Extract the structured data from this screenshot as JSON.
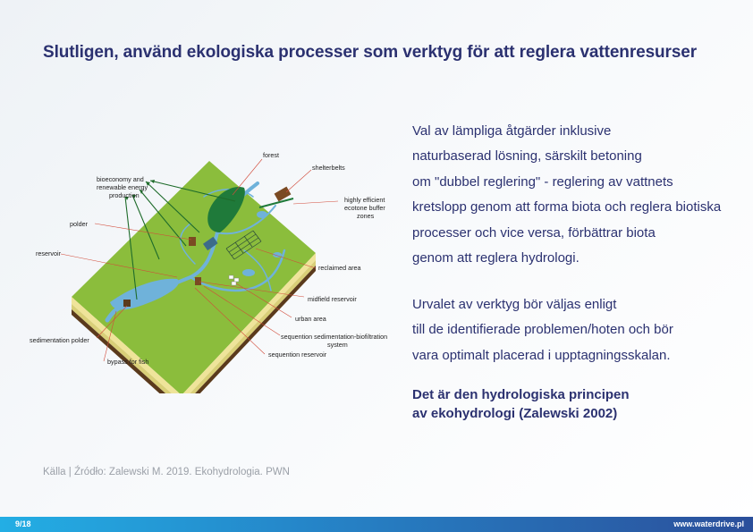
{
  "title": "Slutligen, använd ekologiska processer som verktyg för att reglera vattenresurser",
  "diagram": {
    "labels": {
      "forest": "forest",
      "shelterbelts": "shelterbelts",
      "bioeconomy_1": "bioeconomy and",
      "bioeconomy_2": "renewable energy",
      "bioeconomy_3": "production",
      "ecotone_1": "highly efficient",
      "ecotone_2": "ecotone buffer",
      "ecotone_3": "zones",
      "polder": "polder",
      "reservoir": "reservoir",
      "reclaimed": "reclaimed area",
      "midfield": "midfield reservoir",
      "urban": "urban area",
      "seq_sed_1": "sequention sedimentation-biofiltration",
      "seq_sed_2": "system",
      "seq_res": "sequention reservoir",
      "sed_polder": "sedimentation polder",
      "bypass": "bypass for fish"
    },
    "colors": {
      "land": "#8bbd3c",
      "water": "#6fb2da",
      "forest": "#1f7a3a",
      "soil": "#5a3a1c",
      "sand": "#efe49a",
      "arrow": "#1e6b2a",
      "leader": "#d24b3a"
    }
  },
  "paragraph1": [
    "Val av lämpliga åtgärder inklusive",
    "naturbaserad lösning, särskilt betoning",
    "om \"dubbel reglering\" - reglering av vattnets",
    "kretslopp genom att forma biota och reglera biotiska",
    "processer och vice versa, förbättrar biota",
    "genom att reglera hydrologi."
  ],
  "paragraph2": [
    "Urvalet av verktyg bör väljas enligt",
    "till de identifierade problemen/hoten och bör",
    "vara optimalt placerad i upptagningsskalan."
  ],
  "emphasis": [
    "Det är den hydrologiska principen",
    "av ekohydrologi (Zalewski 2002)"
  ],
  "source": "Källa | Źródło: Zalewski M. 2019. Ekohydrologia. PWN",
  "footer": {
    "page": "9/18",
    "url": "www.waterdrive.pl"
  }
}
